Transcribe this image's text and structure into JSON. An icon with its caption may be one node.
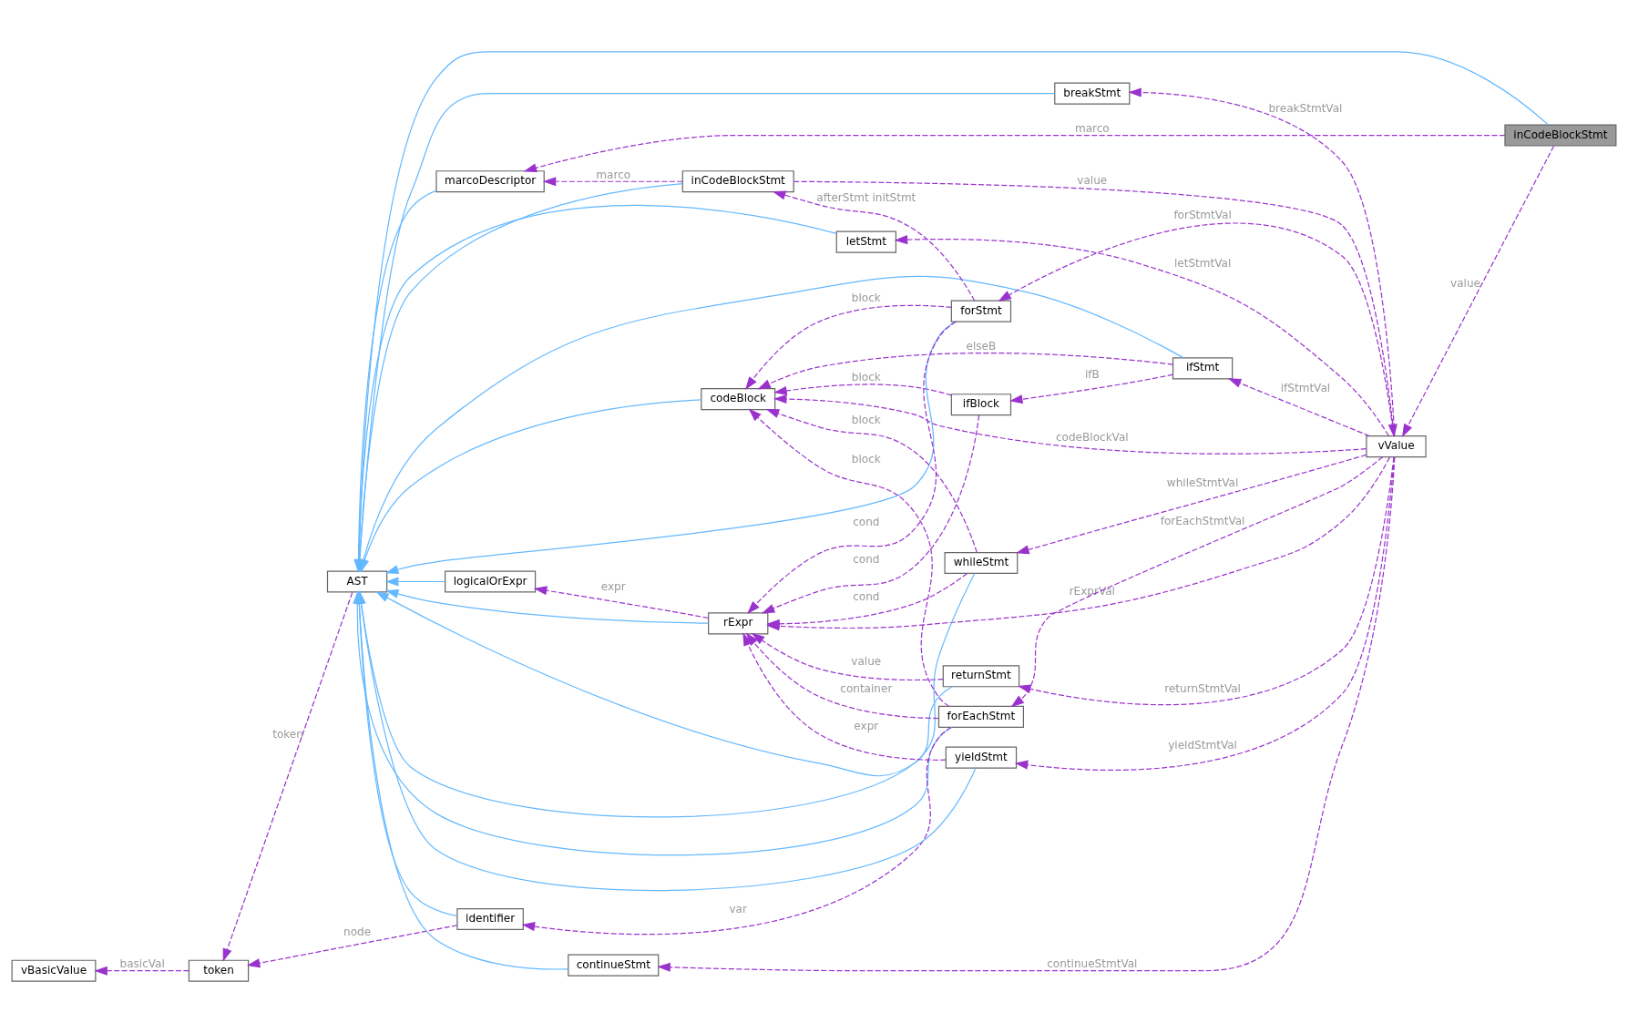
{
  "diagram": {
    "nodes": [
      {
        "text": [
          "inCodeBlockStmt"
        ]
      },
      {
        "text": [
          "breakStmt"
        ]
      },
      {
        "text": [
          "marcoDescriptor"
        ]
      },
      {
        "text": [
          "letStmt"
        ]
      },
      {
        "text": [
          "inCodeBlockStmt"
        ]
      },
      {
        "text": [
          "ifStmt"
        ]
      },
      {
        "text": [
          "ifBlock"
        ]
      },
      {
        "text": [
          "codeBlock"
        ]
      },
      {
        "text": [
          "forStmt"
        ]
      },
      {
        "text": [
          "vValue"
        ]
      },
      {
        "text": [
          "AST"
        ]
      },
      {
        "text": [
          "logicalOrExpr"
        ]
      },
      {
        "text": [
          "rExpr"
        ]
      },
      {
        "text": [
          "returnStmt"
        ]
      },
      {
        "text": [
          "whileStmt"
        ]
      },
      {
        "text": [
          "forEachStmt"
        ]
      },
      {
        "text": [
          "yieldStmt"
        ]
      },
      {
        "text": [
          "identifier"
        ]
      },
      {
        "text": [
          "token"
        ]
      },
      {
        "text": [
          "vBasicValue"
        ]
      },
      {
        "text": [
          "continueStmt"
        ]
      }
    ],
    "edges": [
      {
        "from": 0,
        "to": 10,
        "arrow": "to",
        "color": "#63b8ff"
      },
      {
        "from": 1,
        "to": 10,
        "arrow": "to",
        "color": "#63b8ff"
      },
      {
        "from": 2,
        "to": 10,
        "arrow": "to",
        "color": "#63b8ff"
      },
      {
        "from": 3,
        "to": 10,
        "arrow": "to",
        "color": "#63b8ff"
      },
      {
        "from": 4,
        "to": 10,
        "arrow": "to",
        "color": "#63b8ff"
      },
      {
        "from": 5,
        "to": 10,
        "arrow": "to",
        "color": "#63b8ff"
      },
      {
        "from": 7,
        "to": 10,
        "arrow": "to",
        "color": "#63b8ff"
      },
      {
        "from": 8,
        "to": 10,
        "arrow": "to",
        "color": "#63b8ff"
      },
      {
        "from": 11,
        "to": 10,
        "arrow": "to",
        "color": "#63b8ff"
      },
      {
        "from": 12,
        "to": 10,
        "arrow": "to",
        "color": "#63b8ff"
      },
      {
        "from": 13,
        "to": 10,
        "arrow": "to",
        "color": "#63b8ff"
      },
      {
        "from": 14,
        "to": 10,
        "arrow": "to",
        "color": "#63b8ff"
      },
      {
        "from": 15,
        "to": 10,
        "arrow": "to",
        "color": "#63b8ff"
      },
      {
        "from": 16,
        "to": 10,
        "arrow": "to",
        "color": "#63b8ff"
      },
      {
        "from": 17,
        "to": 10,
        "arrow": "to",
        "color": "#63b8ff"
      },
      {
        "from": 20,
        "to": 10,
        "arrow": "to",
        "color": "#63b8ff"
      },
      {
        "from": 9,
        "to": 1,
        "arrow": "to",
        "label": "breakStmtVal",
        "style": "dashed"
      },
      {
        "from": 0,
        "to": 2,
        "arrow": "to",
        "label": "marco",
        "style": "dashed"
      },
      {
        "from": 0,
        "to": 9,
        "arrow": "to",
        "label": "value",
        "style": "dashed"
      },
      {
        "from": 9,
        "to": 3,
        "arrow": "to",
        "label": "letStmtVal",
        "style": "dashed"
      },
      {
        "from": 4,
        "to": 2,
        "arrow": "to",
        "label": "marco",
        "style": "dashed"
      },
      {
        "from": 4,
        "to": 9,
        "arrow": "to",
        "label": "value",
        "style": "dashed"
      },
      {
        "from": 8,
        "to": 4,
        "arrow": "to",
        "label": "afterStmt initStmt",
        "style": "dashed"
      },
      {
        "from": 5,
        "to": 7,
        "arrow": "to",
        "label": "elseB",
        "style": "dashed"
      },
      {
        "from": 5,
        "to": 6,
        "arrow": "to",
        "label": "ifB",
        "style": "dashed"
      },
      {
        "from": 6,
        "to": 7,
        "arrow": "to",
        "label": "block",
        "style": "dashed"
      },
      {
        "from": 6,
        "to": 12,
        "arrow": "to",
        "label": "cond",
        "style": "dashed"
      },
      {
        "from": 9,
        "to": 5,
        "arrow": "to",
        "label": "ifStmtVal",
        "style": "dashed"
      },
      {
        "from": 9,
        "to": 7,
        "arrow": "to",
        "label": "codeBlockVal",
        "style": "dashed"
      },
      {
        "from": 8,
        "to": 7,
        "arrow": "to",
        "label": "block",
        "style": "dashed"
      },
      {
        "from": 14,
        "to": 7,
        "arrow": "to",
        "label": "block",
        "style": "dashed"
      },
      {
        "from": 9,
        "to": 8,
        "arrow": "to",
        "label": "forStmtVal",
        "style": "dashed"
      },
      {
        "from": 8,
        "to": 12,
        "arrow": "to",
        "label": "cond",
        "style": "dashed"
      },
      {
        "from": 9,
        "to": 12,
        "arrow": "to",
        "label": "rExprVal",
        "style": "dashed"
      },
      {
        "from": 12,
        "to": 11,
        "arrow": "to",
        "label": "expr",
        "style": "dashed"
      },
      {
        "from": 13,
        "to": 12,
        "arrow": "to",
        "label": "value",
        "style": "dashed"
      },
      {
        "from": 15,
        "to": 7,
        "arrow": "to",
        "label": "block",
        "style": "dashed"
      },
      {
        "from": 9,
        "to": 13,
        "arrow": "to",
        "label": "returnStmtVal",
        "style": "dashed"
      },
      {
        "from": 14,
        "to": 12,
        "arrow": "to",
        "label": "cond",
        "style": "dashed"
      },
      {
        "from": 9,
        "to": 14,
        "arrow": "to",
        "label": "whileStmtVal",
        "style": "dashed"
      },
      {
        "from": 15,
        "to": 12,
        "arrow": "to",
        "label": "container",
        "style": "dashed"
      },
      {
        "from": 9,
        "to": 15,
        "arrow": "to",
        "label": "forEachStmtVal",
        "style": "dashed"
      },
      {
        "from": 16,
        "to": 12,
        "arrow": "to",
        "label": "expr",
        "style": "dashed"
      },
      {
        "from": 9,
        "to": 16,
        "arrow": "to",
        "label": "yieldStmtVal",
        "style": "dashed"
      },
      {
        "from": 15,
        "to": 17,
        "arrow": "to",
        "label": "var",
        "style": "dashed"
      },
      {
        "from": 10,
        "to": 18,
        "arrow": "to",
        "label": "token",
        "style": "dashed"
      },
      {
        "from": 17,
        "to": 18,
        "arrow": "to",
        "label": "node",
        "style": "dashed"
      },
      {
        "from": 18,
        "to": 19,
        "arrow": "to",
        "label": "basicVal",
        "style": "dashed"
      },
      {
        "from": 9,
        "to": 20,
        "arrow": "to",
        "label": "continueStmtVal",
        "style": "dashed"
      }
    ]
  }
}
